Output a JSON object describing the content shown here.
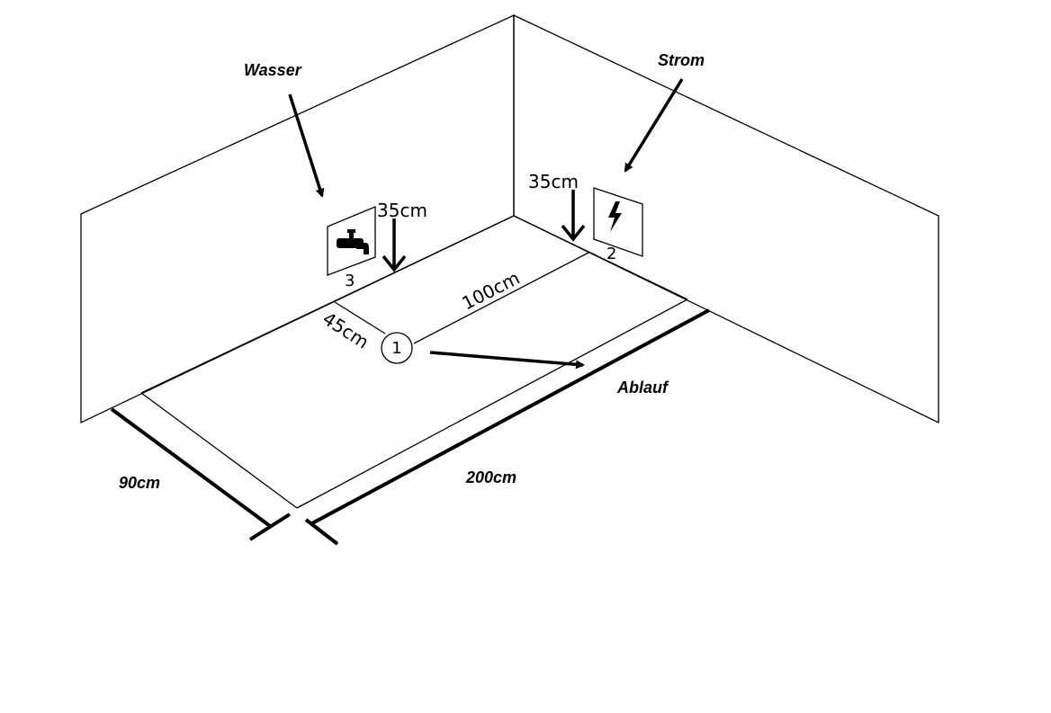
{
  "labels": {
    "water": "Wasser",
    "power": "Strom",
    "drain": "Ablauf",
    "width": "90cm",
    "length": "200cm",
    "water_height": "35cm",
    "power_height": "35cm",
    "drain_from_wall": "45cm",
    "drain_along": "100cm"
  },
  "markers": {
    "drain_number": "1",
    "power_number": "2",
    "water_number": "3"
  },
  "icons": {
    "water": "faucet-icon",
    "power": "lightning-icon"
  },
  "colors": {
    "line": "#000000",
    "background": "#ffffff"
  }
}
